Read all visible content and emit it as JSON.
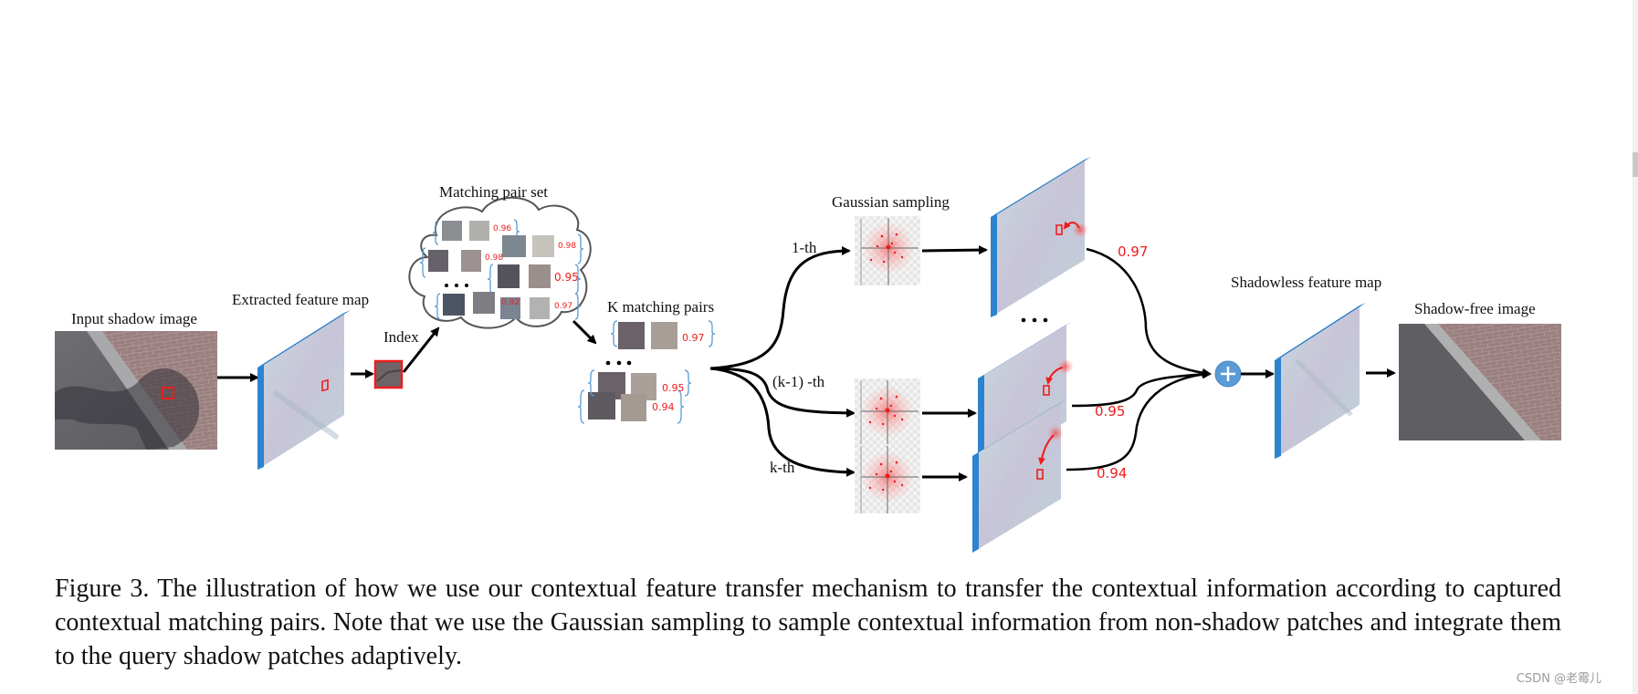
{
  "figure": {
    "labels": {
      "input_shadow_image": "Input shadow image",
      "extracted_feature_map": "Extracted feature map",
      "index": "Index",
      "matching_pair_set": "Matching pair set",
      "k_matching_pairs": "K matching pairs",
      "gaussian_sampling": "Gaussian sampling",
      "first_th": "1-th",
      "k_minus_1_th": "(k-1) -th",
      "k_th": "k-th",
      "shadowless_feature_map": "Shadowless feature map",
      "shadow_free_image": "Shadow-free image",
      "ellipsis": "• • •"
    },
    "matching_pair_set_scores": [
      "0.96",
      "0.98",
      "0.98",
      "0.95",
      "0.92",
      "0.97"
    ],
    "k_matching_pair_scores": [
      "0.97",
      "0.95",
      "0.94"
    ],
    "branch_scores": [
      "0.97",
      "0.95",
      "0.94"
    ],
    "plus_symbol": "+",
    "colors": {
      "feature_map_edge": "#1f78c8",
      "feature_map_face": "#c6d3dc",
      "score_red": "#ee1c1c",
      "bracket_blue": "#5b9bd5",
      "plus_circle": "#5b9bd5",
      "arrow": "#000000"
    }
  },
  "caption": {
    "text": "Figure 3. The illustration of how we use our contextual feature transfer mechanism to transfer the contextual information according to captured contextual matching pairs. Note that we use the Gaussian sampling to sample contextual information from non-shadow patches and integrate them to the query shadow patches adaptively."
  },
  "watermark": "CSDN @老霉儿"
}
